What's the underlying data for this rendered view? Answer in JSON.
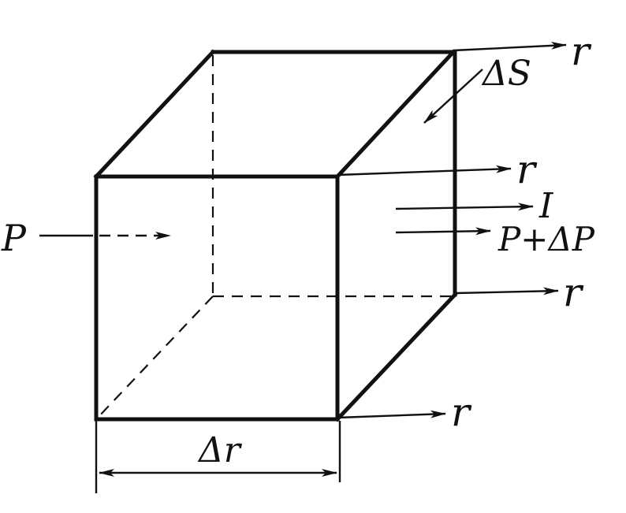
{
  "diagram": {
    "labels": {
      "r_top": "r",
      "delta_s": "ΔS",
      "r_mid_top": "r",
      "i_label": "I",
      "p_left": "P",
      "p_plus": "P+ΔP",
      "r_mid_bottom": "r",
      "r_bottom": "r",
      "delta_r": "Δr"
    }
  }
}
